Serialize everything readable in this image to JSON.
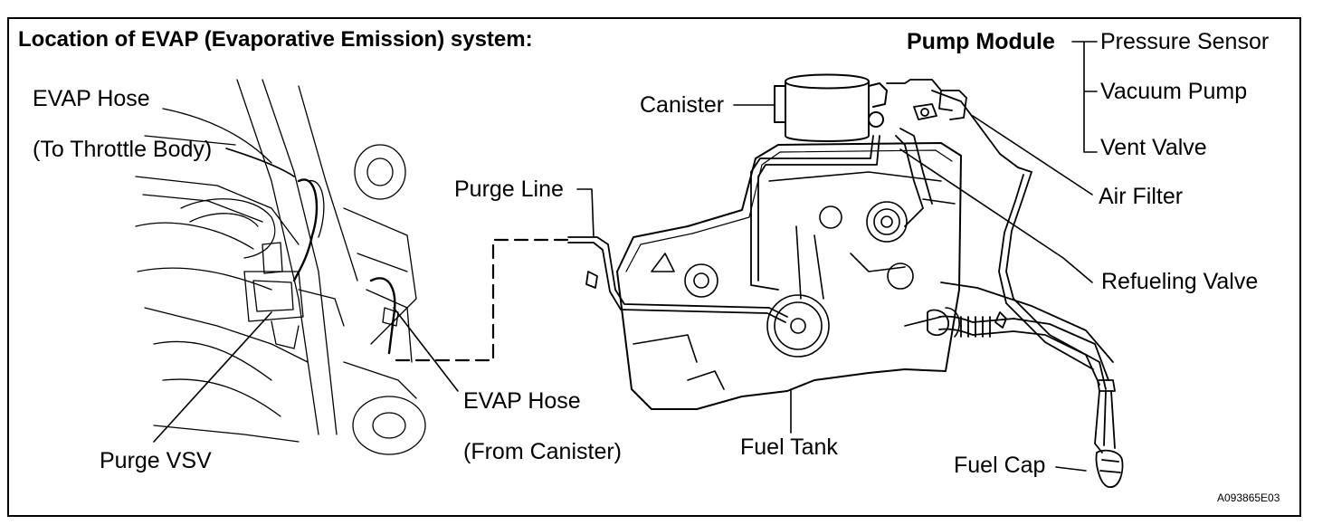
{
  "title": "Location of EVAP (Evaporative Emission) system:",
  "labels": {
    "evap_hose_throttle": "EVAP Hose",
    "evap_hose_throttle_sub": "(To Throttle Body)",
    "purge_vsv": "Purge VSV",
    "purge_line": "Purge Line",
    "evap_hose_canister": "EVAP Hose",
    "evap_hose_canister_sub": "(From Canister)",
    "canister": "Canister",
    "fuel_tank": "Fuel Tank",
    "pump_module": "Pump Module",
    "pressure_sensor": "Pressure Sensor",
    "vacuum_pump": "Vacuum Pump",
    "vent_valve": "Vent Valve",
    "air_filter": "Air Filter",
    "refueling_valve": "Refueling Valve",
    "fuel_cap": "Fuel Cap"
  },
  "figure_code": "A093865E03"
}
